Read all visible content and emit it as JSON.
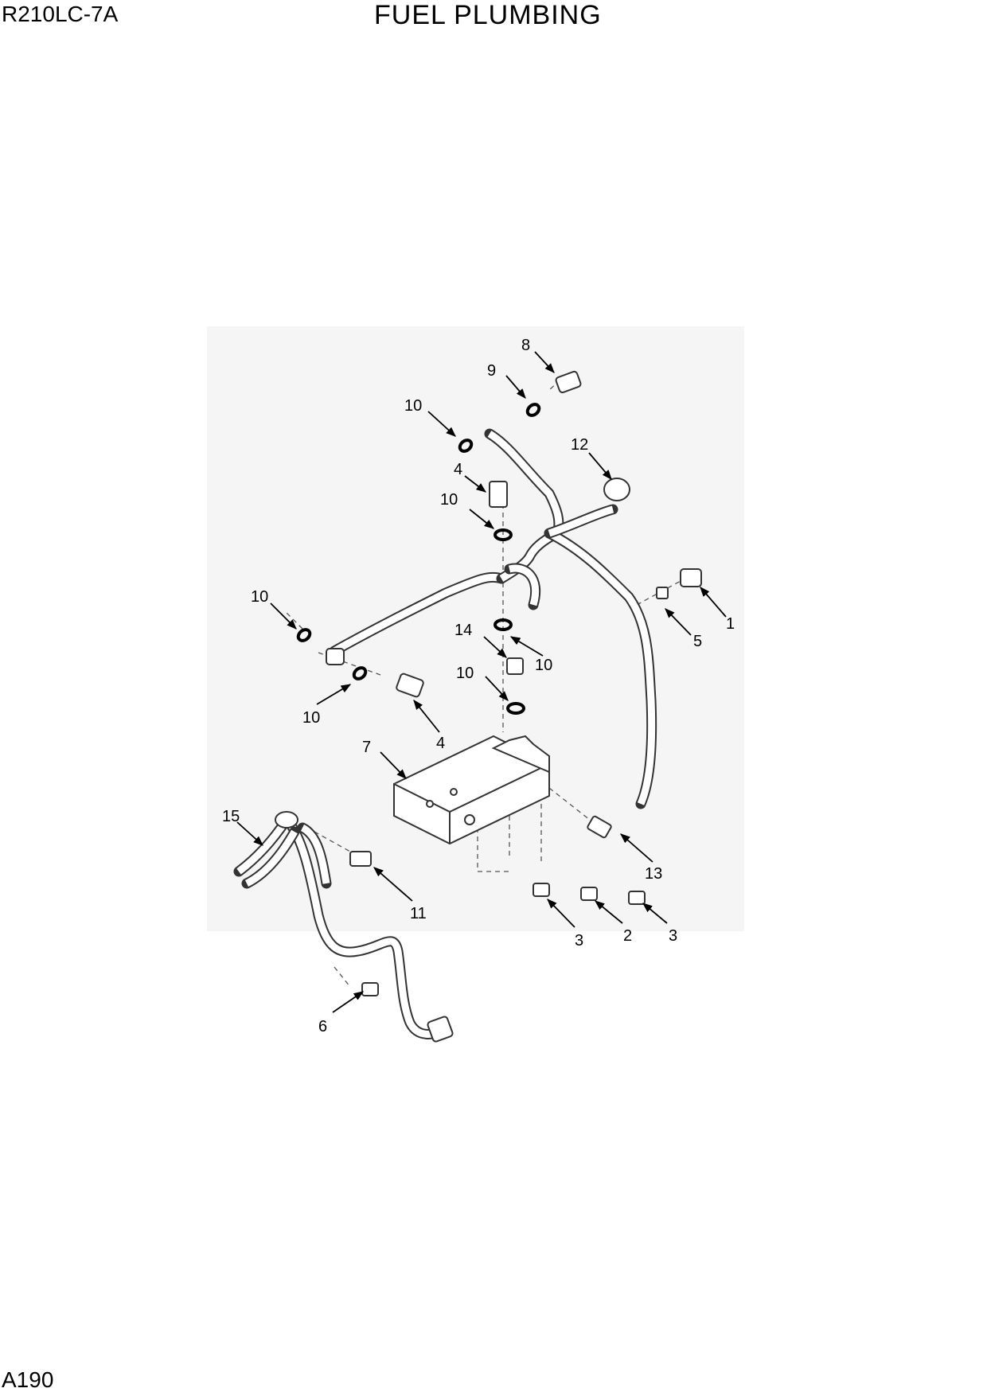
{
  "header": {
    "model": "R210LC-7A",
    "title": "FUEL PLUMBING"
  },
  "footer": {
    "page": "A190"
  },
  "callouts": {
    "c8": "8",
    "c9": "9",
    "c10a": "10",
    "c12": "12",
    "c4a": "4",
    "c10b": "10",
    "c10c": "10",
    "c1": "1",
    "c5": "5",
    "c14": "14",
    "c10d": "10",
    "c10e": "10",
    "c10f": "10",
    "c4b": "4",
    "c7": "7",
    "c15": "15",
    "c13": "13",
    "c11": "11",
    "c3a": "3",
    "c2": "2",
    "c3b": "3",
    "c6": "6"
  }
}
